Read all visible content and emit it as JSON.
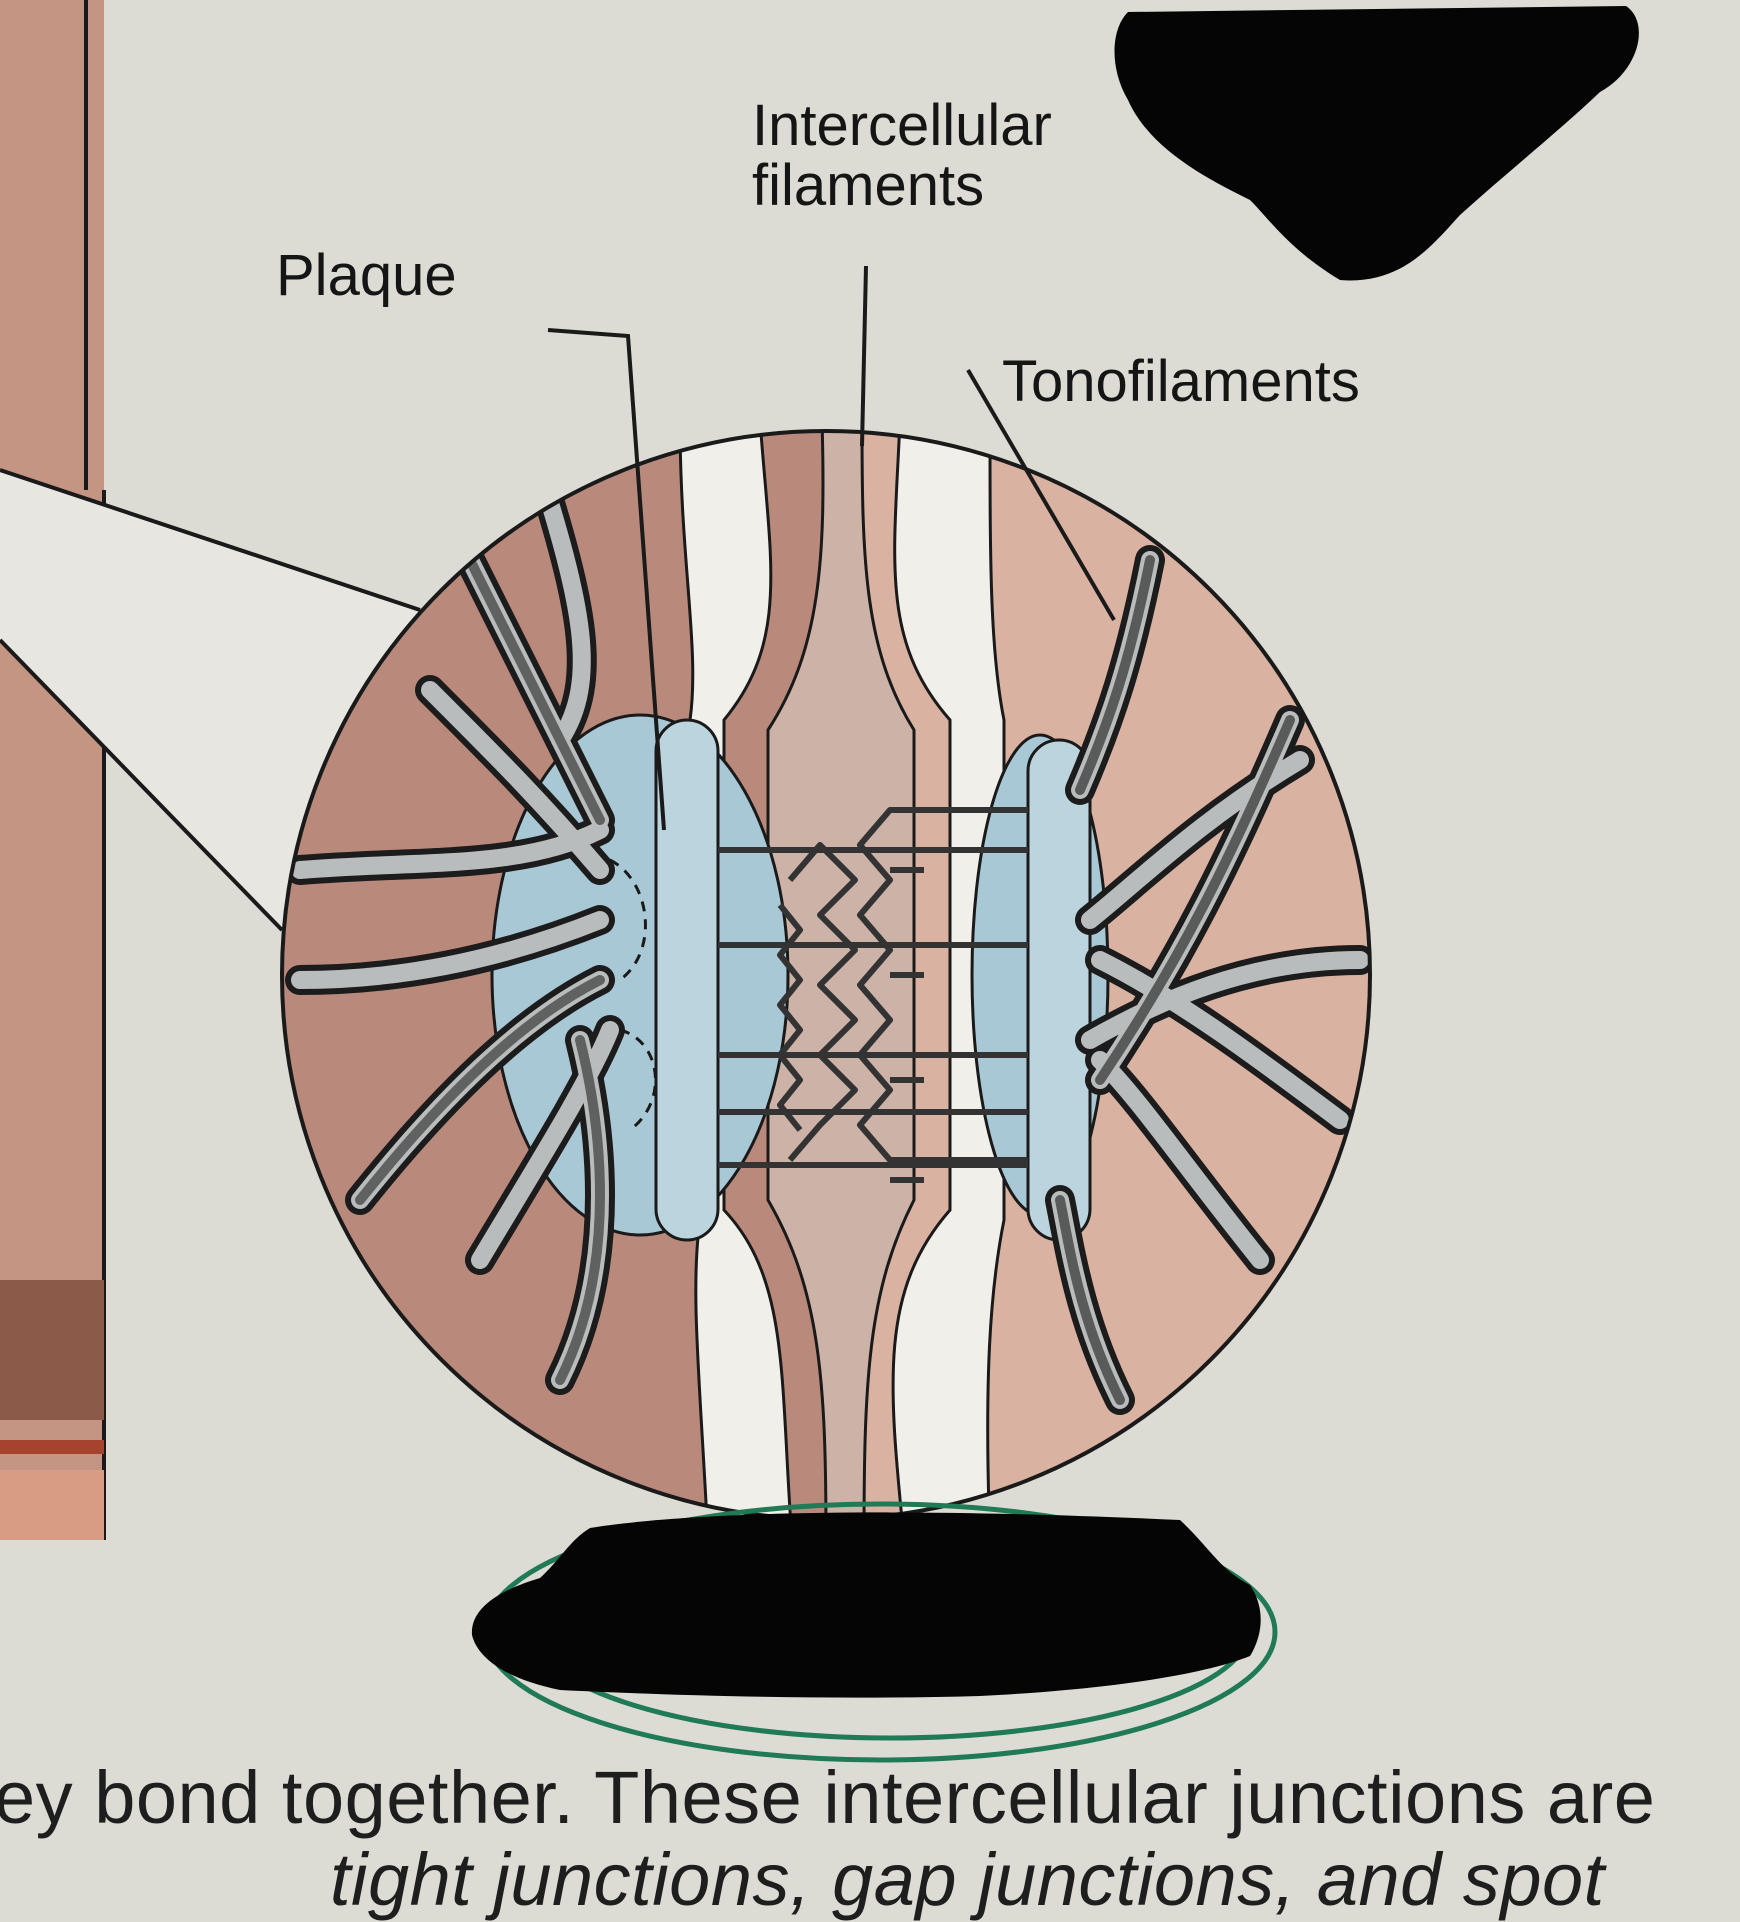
{
  "figure": {
    "labels": {
      "intercellular_line1": "Intercellular",
      "intercellular_line2": "filaments",
      "plaque": "Plaque",
      "tonofilaments": "Tonofilaments"
    },
    "colors": {
      "paper": "#dcdcd4",
      "cell_left": "#b98a7c",
      "cell_right": "#d9b2a2",
      "intercellular_space": "#cdb2a8",
      "plaque": "#a9c8d6",
      "plaque_bar": "#bcd4de",
      "membrane_white": "#f1efea",
      "filament_dark": "#3c3c3c",
      "filament_light": "#b9bcbd",
      "redaction": "#050505",
      "annotation_green": "#1f7a55"
    }
  },
  "page_text": {
    "line1": "ey bond together. These intercellular junctions are",
    "line2": "tight junctions, gap junctions, and spot"
  },
  "redactions": [
    "top-right",
    "bottom-center"
  ]
}
